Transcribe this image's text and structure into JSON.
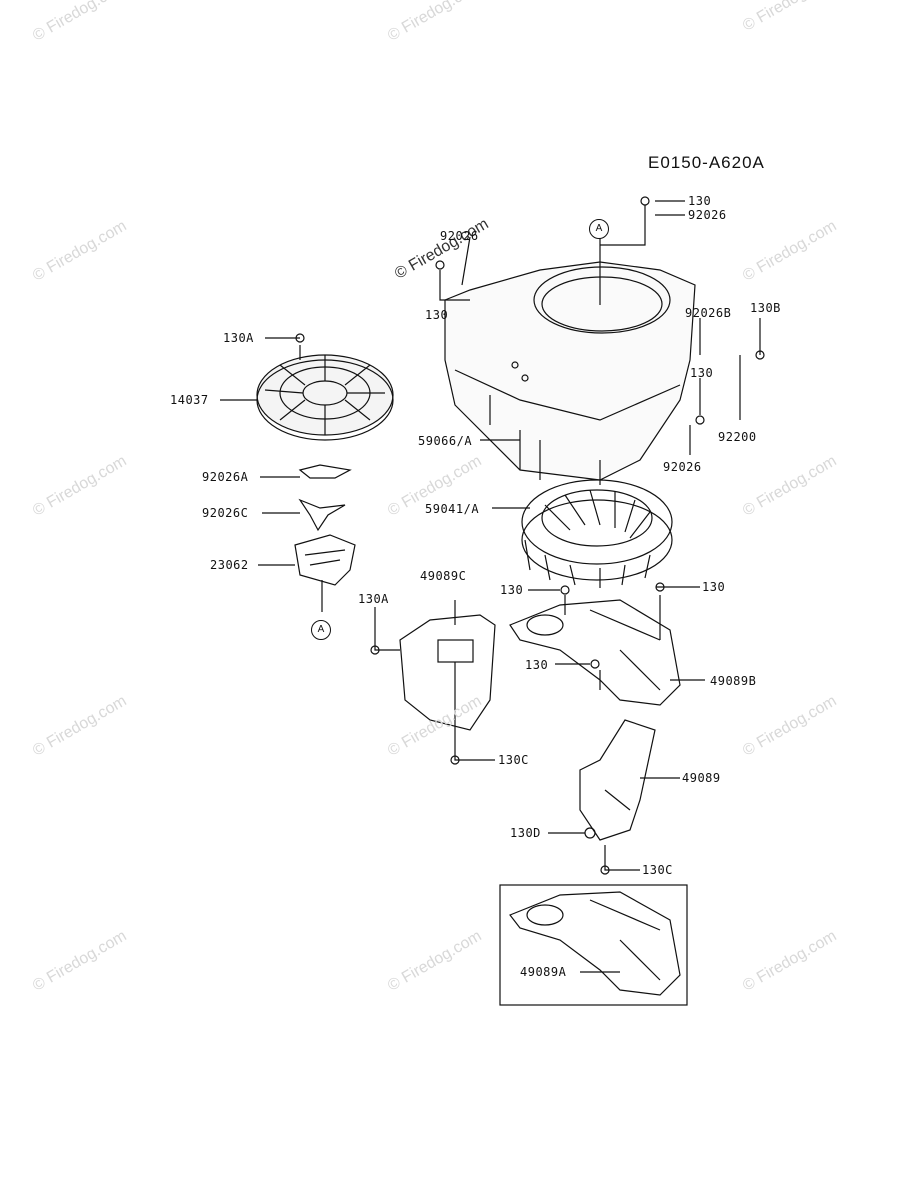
{
  "diagram_code": "E0150-A620A",
  "watermark": "© Firedog.com",
  "ref_marker": "A",
  "parts": {
    "p130_top": "130",
    "p92026_top": "92026",
    "p92026_left": "92026",
    "p130_left": "130",
    "p92026B": "92026B",
    "p130B": "130B",
    "p130_right": "130",
    "p92200": "92200",
    "p92026_right": "92026",
    "p130A_top": "130A",
    "p14037": "14037",
    "p59066A": "59066/A",
    "p92026A": "92026A",
    "p59041A": "59041/A",
    "p92026C": "92026C",
    "p23062": "23062",
    "p49089C": "49089C",
    "p130_mid1": "130",
    "p130_mid2": "130",
    "p130A_mid": "130A",
    "p130_mid3": "130",
    "p49089B": "49089B",
    "p130C_1": "130C",
    "p49089": "49089",
    "p130D": "130D",
    "p130C_2": "130C",
    "p49089A": "49089A"
  }
}
